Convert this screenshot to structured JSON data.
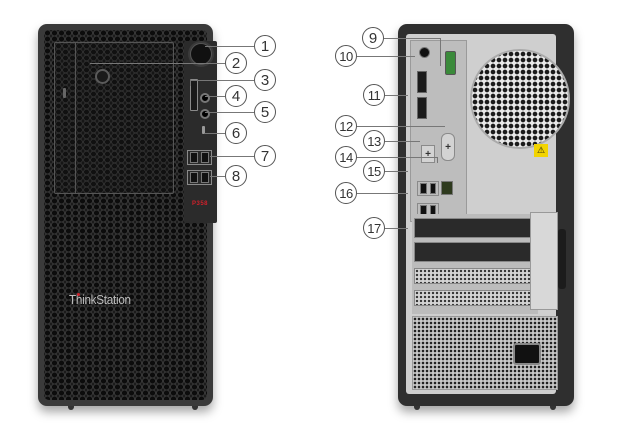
{
  "figure": {
    "type": "product port diagram",
    "views": [
      "front",
      "rear"
    ]
  },
  "front": {
    "brand_logo": "ThinkStation",
    "model_badge": "P358",
    "accent_color": "#d0202a",
    "callouts": [
      {
        "num": "1",
        "label": "1"
      },
      {
        "num": "2",
        "label": "2"
      },
      {
        "num": "3",
        "label": "3"
      },
      {
        "num": "4",
        "label": "4"
      },
      {
        "num": "5",
        "label": "5"
      },
      {
        "num": "6",
        "label": "6"
      },
      {
        "num": "7",
        "label": "7"
      },
      {
        "num": "8",
        "label": "8"
      }
    ]
  },
  "rear": {
    "warning_icon": "⚠",
    "warning_color": "#f2d400",
    "callouts": [
      {
        "num": "9",
        "label": "9"
      },
      {
        "num": "10",
        "label": "10"
      },
      {
        "num": "11",
        "label": "11"
      },
      {
        "num": "12",
        "label": "12"
      },
      {
        "num": "13",
        "label": "13"
      },
      {
        "num": "14",
        "label": "14"
      },
      {
        "num": "15",
        "label": "15"
      },
      {
        "num": "16",
        "label": "16"
      },
      {
        "num": "17",
        "label": "17"
      }
    ]
  }
}
